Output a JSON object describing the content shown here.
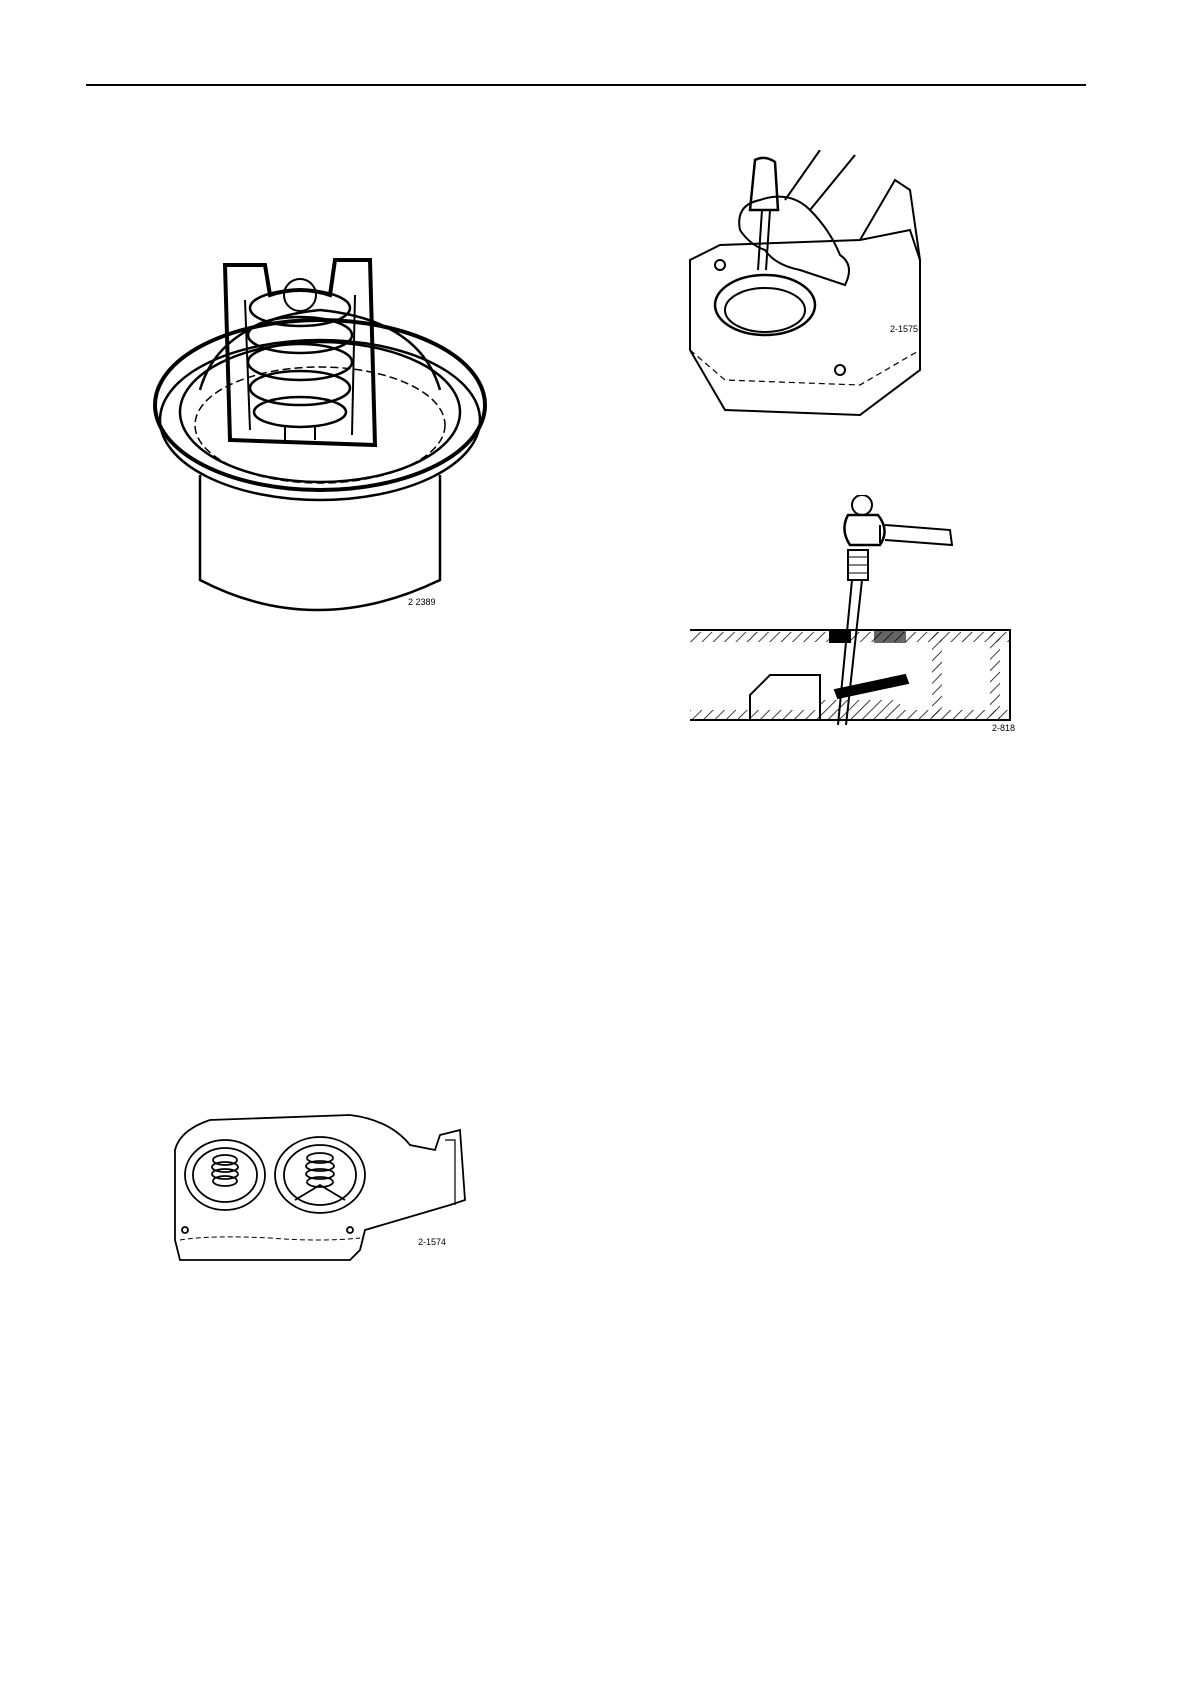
{
  "page": {
    "background": "#ffffff",
    "ink": "#000000"
  },
  "figures": {
    "thermostat": {
      "code": "2 2389"
    },
    "punch_removal": {
      "code": "2-1575"
    },
    "hammer_drift": {
      "code": "2-818"
    },
    "housing": {
      "code": "2-1574"
    }
  }
}
